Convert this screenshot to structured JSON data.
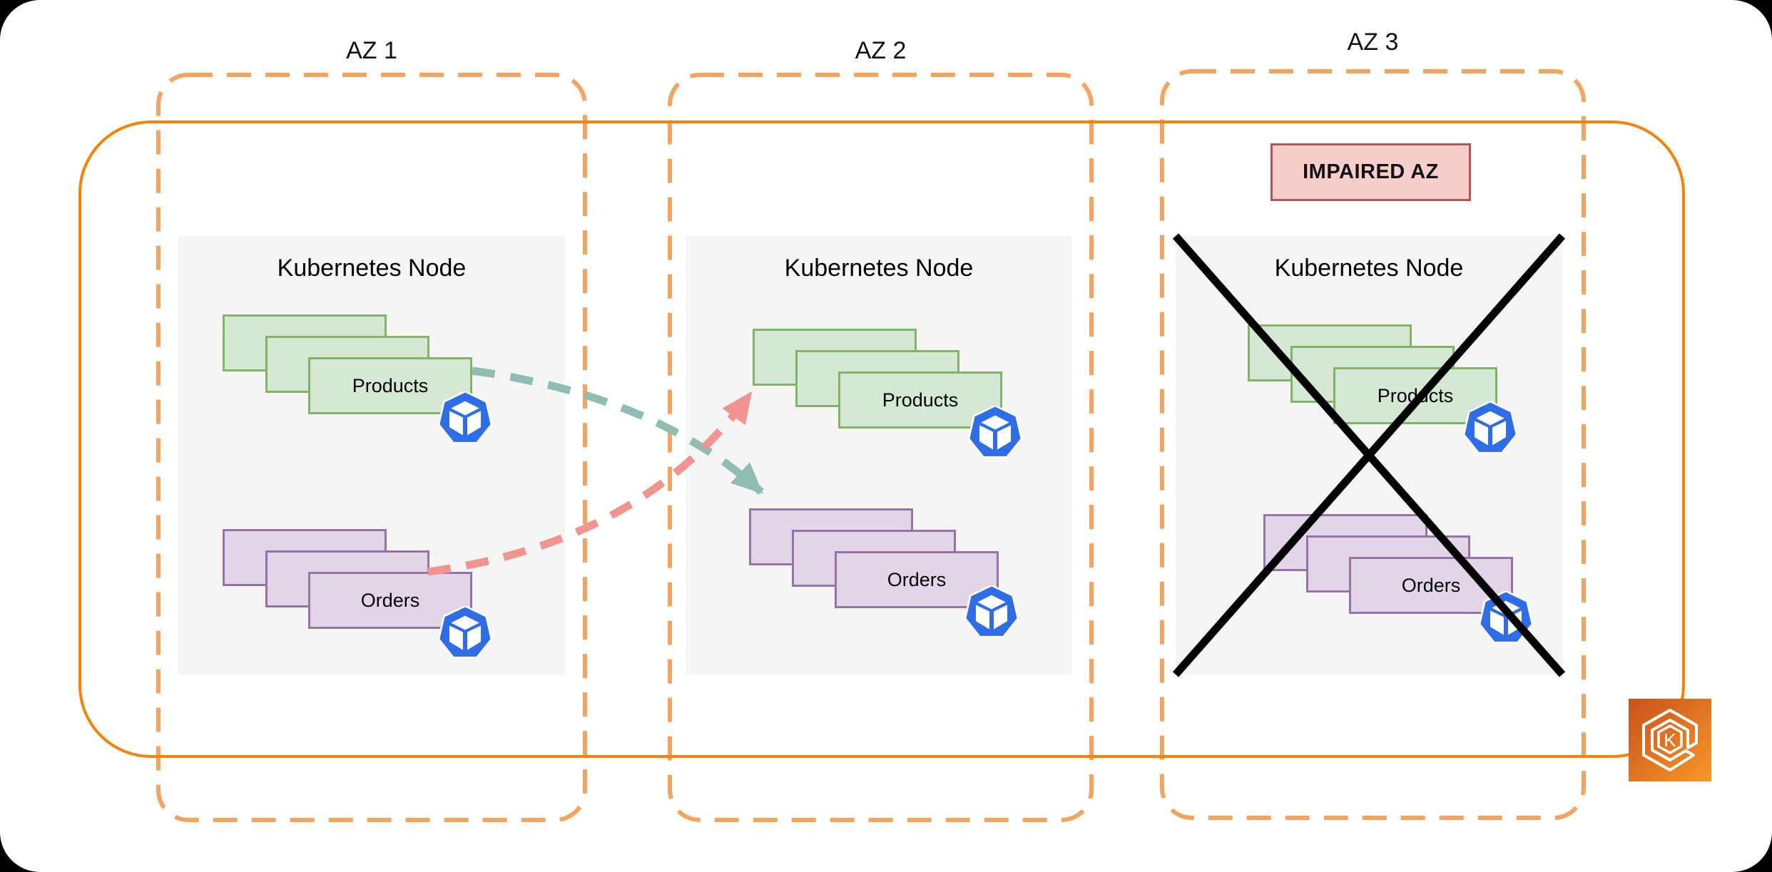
{
  "zones": [
    {
      "label": "AZ 1",
      "impaired": false,
      "node": {
        "title": "Kubernetes Node"
      },
      "pods": [
        {
          "label": "Products"
        },
        {
          "label": "Orders"
        }
      ]
    },
    {
      "label": "AZ 2",
      "impaired": false,
      "node": {
        "title": "Kubernetes Node"
      },
      "pods": [
        {
          "label": "Products"
        },
        {
          "label": "Orders"
        }
      ]
    },
    {
      "label": "AZ 3",
      "impaired": true,
      "badge": "IMPAIRED AZ",
      "node": {
        "title": "Kubernetes Node"
      },
      "pods": [
        {
          "label": "Products"
        },
        {
          "label": "Orders"
        }
      ]
    }
  ],
  "arrows": [
    {
      "id": "products-failover",
      "from": "AZ1 Products",
      "to": "AZ2 Orders",
      "style": "dashed",
      "color": "#8fbdb3"
    },
    {
      "id": "orders-failover",
      "from": "AZ1 Orders",
      "to": "AZ2 Products",
      "style": "dashed",
      "color": "#f0948f"
    }
  ],
  "icons": {
    "pod": "kubernetes-pod-icon",
    "cluster": "eks-cluster-icon",
    "eks_letter": "K"
  },
  "colors": {
    "background": "#000000",
    "surface": "#ffffff",
    "cluster_border": "#f5820d",
    "az_border_dashed": "#f5a35f",
    "node_fill": "#f5f5f5",
    "products_fill": "#d5e8d4",
    "products_border": "#82b366",
    "orders_fill": "#e1d5e7",
    "orders_border": "#9673a6",
    "badge_fill": "#f8cecc",
    "badge_border": "#b85450",
    "pod_icon_blue": "#2e6de5",
    "impaired_cross": "#000000"
  }
}
